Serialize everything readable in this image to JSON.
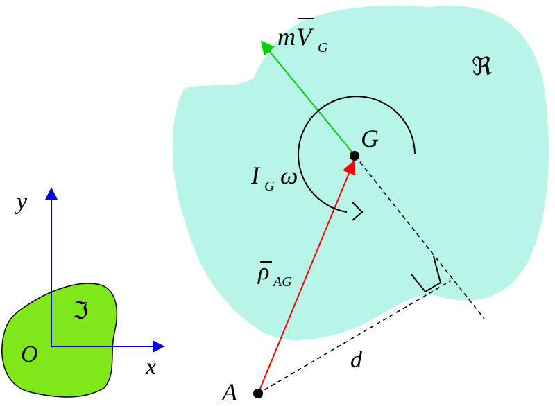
{
  "colors": {
    "body_region": "#b8f5e8",
    "ground_region": "#80e81a",
    "axis": "#0000e6",
    "momentum_vector": "#00d000",
    "position_vector": "#ff0000",
    "ink": "#000000"
  },
  "labels": {
    "rigid_body": "ℜ",
    "ground_body": "ℑ",
    "origin": "O",
    "x_axis": "x",
    "y_axis": "y",
    "center_of_mass": "G",
    "point_a": "A",
    "distance": "d",
    "momentum_m": "m",
    "momentum_v": "V",
    "momentum_sub": "G",
    "angular_i": "I",
    "angular_sub": "G",
    "angular_omega": "ω",
    "position_rho": "ρ",
    "position_sub": "AG"
  }
}
